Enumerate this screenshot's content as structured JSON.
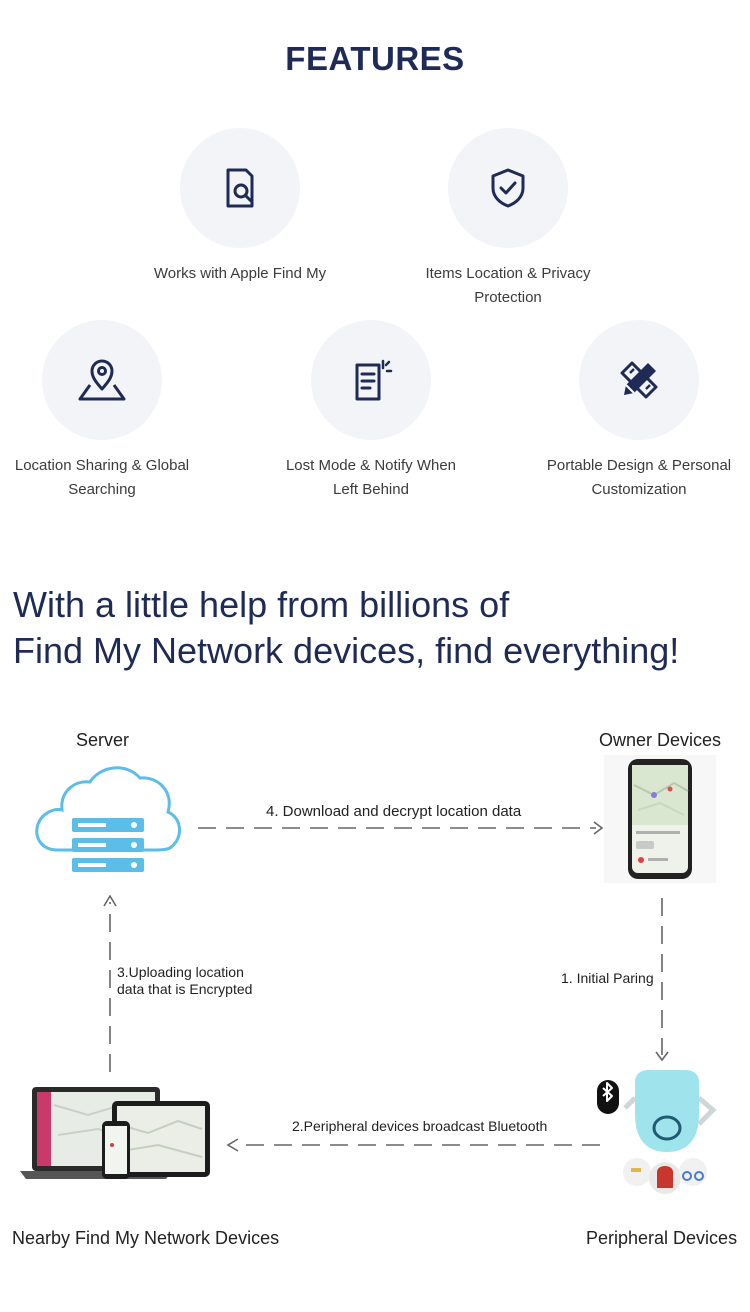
{
  "features_title": "FEATURES",
  "features": [
    {
      "icon": "document-search-icon",
      "label_lines": [
        "Works with Apple Find My"
      ]
    },
    {
      "icon": "shield-check-icon",
      "label_lines": [
        "Items Location & Privacy",
        "Protection"
      ]
    },
    {
      "icon": "map-pin-icon",
      "label_lines": [
        "Location Sharing & Global",
        "Searching"
      ]
    },
    {
      "icon": "notes-alert-icon",
      "label_lines": [
        "Lost Mode & Notify When",
        "Left Behind"
      ]
    },
    {
      "icon": "pen-ruler-icon",
      "label_lines": [
        "Portable Design & Personal",
        "Customization"
      ]
    }
  ],
  "headline": {
    "line1": "With a little help from billions of",
    "line2": "Find My Network devices, find everything!"
  },
  "diagram": {
    "nodes": {
      "server": "Server",
      "owner": "Owner Devices",
      "nearby": "Nearby Find My Network Devices",
      "peripheral": "Peripheral Devices"
    },
    "steps": {
      "download": "4. Download and decrypt location data",
      "upload_line1": "3.Uploading location",
      "upload_line2": "data that is Encrypted",
      "pairing": "1. Initial Paring",
      "broadcast": "2.Peripheral devices broadcast Bluetooth"
    }
  },
  "colors": {
    "navy": "#1f2b56",
    "icon_bg": "#f3f4f8",
    "cloud_blue": "#5bbde8",
    "tag_teal": "#9fe3ec"
  }
}
